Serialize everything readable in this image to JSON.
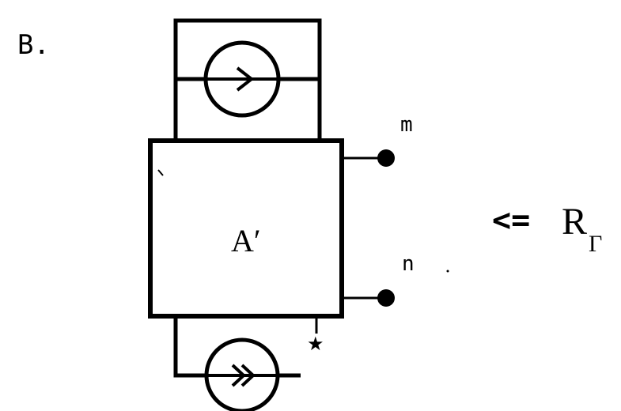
{
  "figure": {
    "label": "B.",
    "box_label": "A′",
    "terminal_m": "m",
    "terminal_n": "n",
    "arrow": "<=",
    "resistance_base": "R",
    "resistance_sub": "Γ",
    "ground_mark": "★",
    "top_source_glyph": ">",
    "bottom_source_glyph": ">>"
  },
  "colors": {
    "ink": "#000000",
    "background": "#ffffff"
  }
}
